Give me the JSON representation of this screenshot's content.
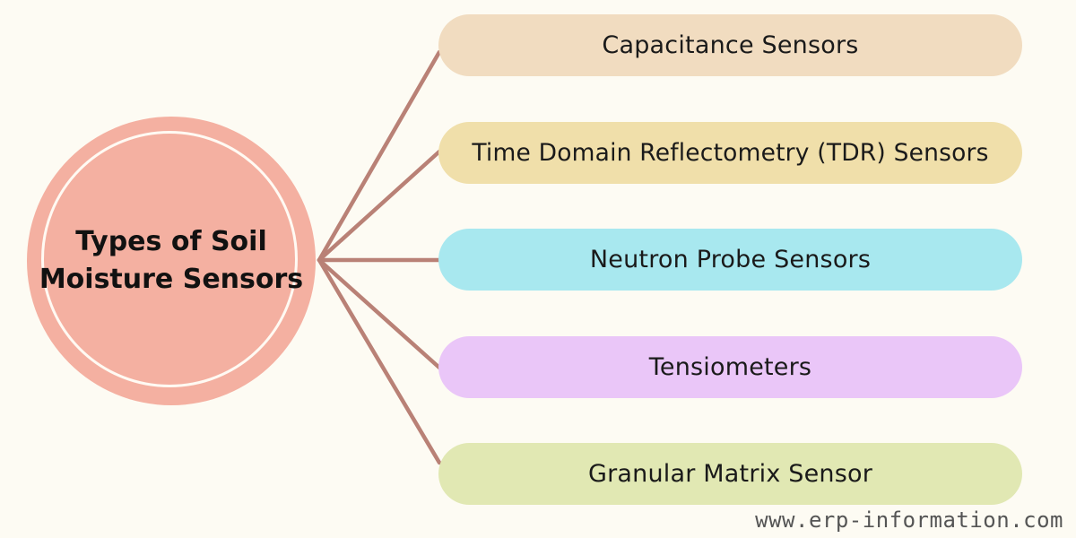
{
  "center": {
    "title": "Types of Soil Moisture Sensors"
  },
  "branches": [
    {
      "label": "Capacitance Sensors",
      "color": "#f1dcc0"
    },
    {
      "label": "Time Domain Reflectometry (TDR) Sensors",
      "color": "#f0dfaa"
    },
    {
      "label": "Neutron Probe Sensors",
      "color": "#a8e8ef"
    },
    {
      "label": "Tensiometers",
      "color": "#eac6f8"
    },
    {
      "label": "Granular Matrix Sensor",
      "color": "#e1e8b3"
    }
  ],
  "colors": {
    "background": "#fdfbf3",
    "hub": "#f4b0a1",
    "connector": "#b98176"
  },
  "footer": {
    "watermark": "www.erp-information.com"
  }
}
